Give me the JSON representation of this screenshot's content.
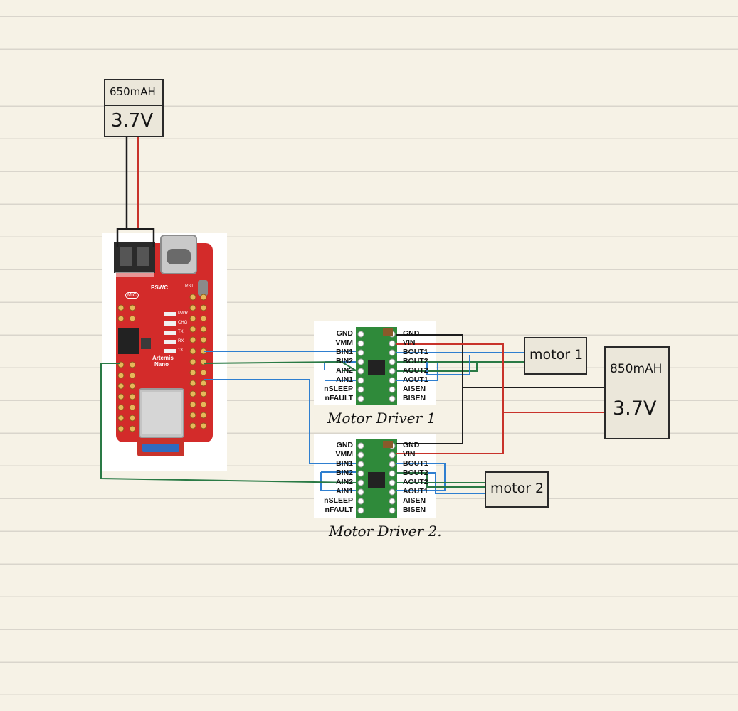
{
  "battery_small": {
    "capacity": "650mAH",
    "voltage": "3.7V"
  },
  "battery_large": {
    "capacity": "850mAH",
    "voltage": "3.7V"
  },
  "motor1": {
    "label": "motor 1"
  },
  "motor2": {
    "label": "motor 2"
  },
  "driver1": {
    "caption": "Motor Driver 1",
    "left_pins": [
      "GND",
      "VMM",
      "BIN1",
      "BIN2",
      "AIN2",
      "AIN1",
      "nSLEEP",
      "nFAULT"
    ],
    "right_pins": [
      "GND",
      "VIN",
      "BOUT1",
      "BOUT2",
      "AOUT2",
      "AOUT1",
      "AISEN",
      "BISEN"
    ]
  },
  "driver2": {
    "caption": "Motor Driver 2.",
    "left_pins": [
      "GND",
      "VMM",
      "BIN1",
      "BIN2",
      "AIN2",
      "AIN1",
      "nSLEEP",
      "nFAULT"
    ],
    "right_pins": [
      "GND",
      "VIN",
      "BOUT1",
      "BOUT2",
      "AOUT2",
      "AOUT1",
      "AISEN",
      "BISEN"
    ]
  },
  "board": {
    "silk_pswc": "PSWC",
    "silk_mic": "MIC",
    "silk_rst": "RST",
    "silk_name": "Artemis",
    "silk_sub": "Nano",
    "silk_pwr": "PWR",
    "silk_chg": "CHG",
    "silk_tx": "TX",
    "silk_rx": "RX",
    "silk_13": "13"
  },
  "colors": {
    "wire_red": "#c8332b",
    "wire_black": "#1d1d1d",
    "wire_blue": "#2f7fd0",
    "wire_green": "#2a7a45",
    "pcb_red": "#d32b2a",
    "driver_green": "#2f8a3a"
  }
}
